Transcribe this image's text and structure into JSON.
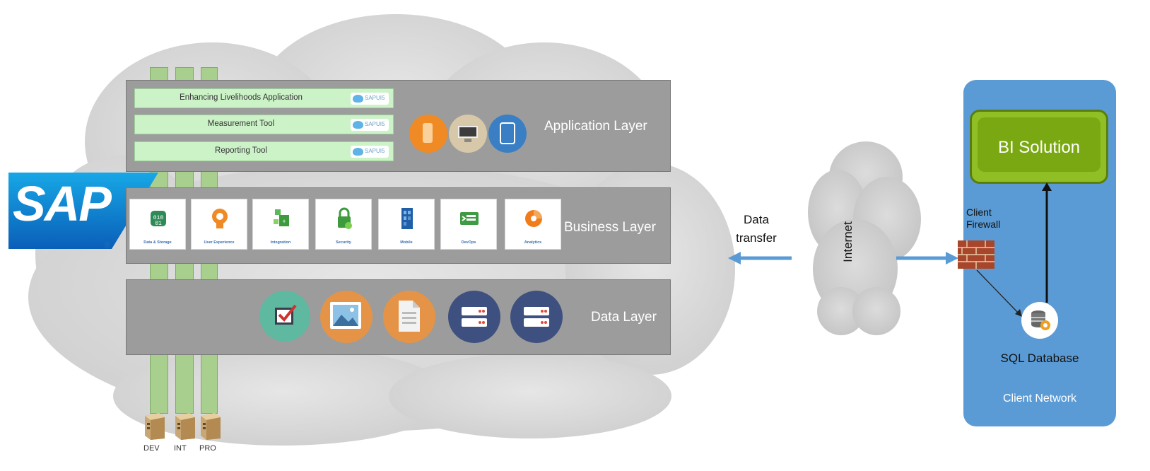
{
  "logo": {
    "text": "SAP",
    "registered": "®"
  },
  "layers": {
    "application": "Application Layer",
    "business": "Business Layer",
    "data": "Data Layer"
  },
  "apps": [
    {
      "name": "Enhancing Livelihoods Application",
      "badge": "SAPUI5"
    },
    {
      "name": "Measurement Tool",
      "badge": "SAPUI5"
    },
    {
      "name": "Reporting Tool",
      "badge": "SAPUI5"
    }
  ],
  "business_services": [
    {
      "label": "Data & Storage",
      "icon": "data-storage-icon",
      "color": "#2e8b57"
    },
    {
      "label": "User Experience",
      "icon": "user-experience-icon",
      "color": "#f08a24"
    },
    {
      "label": "Integration",
      "icon": "integration-icon",
      "color": "#5cb85c"
    },
    {
      "label": "Security",
      "icon": "lock-icon",
      "color": "#3d9a3d"
    },
    {
      "label": "Mobile",
      "icon": "mobile-icon",
      "color": "#1f5fa8"
    },
    {
      "label": "DevOps",
      "icon": "devops-icon",
      "color": "#3f9a44"
    },
    {
      "label": "Analytics",
      "icon": "analytics-icon",
      "color": "#f07c1c"
    }
  ],
  "environments": [
    "DEV",
    "INT",
    "PRO"
  ],
  "transfer": {
    "line1": "Data",
    "line2": "transfer"
  },
  "internet": "Internet",
  "client": {
    "firewall_line1": "Client",
    "firewall_line2": "Firewall",
    "bi": "BI Solution",
    "database": "SQL Database",
    "network": "Client Network"
  },
  "colors": {
    "layer": "#9c9c9c",
    "strip": "#a9cf8f",
    "client_network": "#5b9bd5",
    "bi": "#8fbf24",
    "arrow": "#5b9bd5",
    "sap_blue": "#0a6ed1"
  }
}
